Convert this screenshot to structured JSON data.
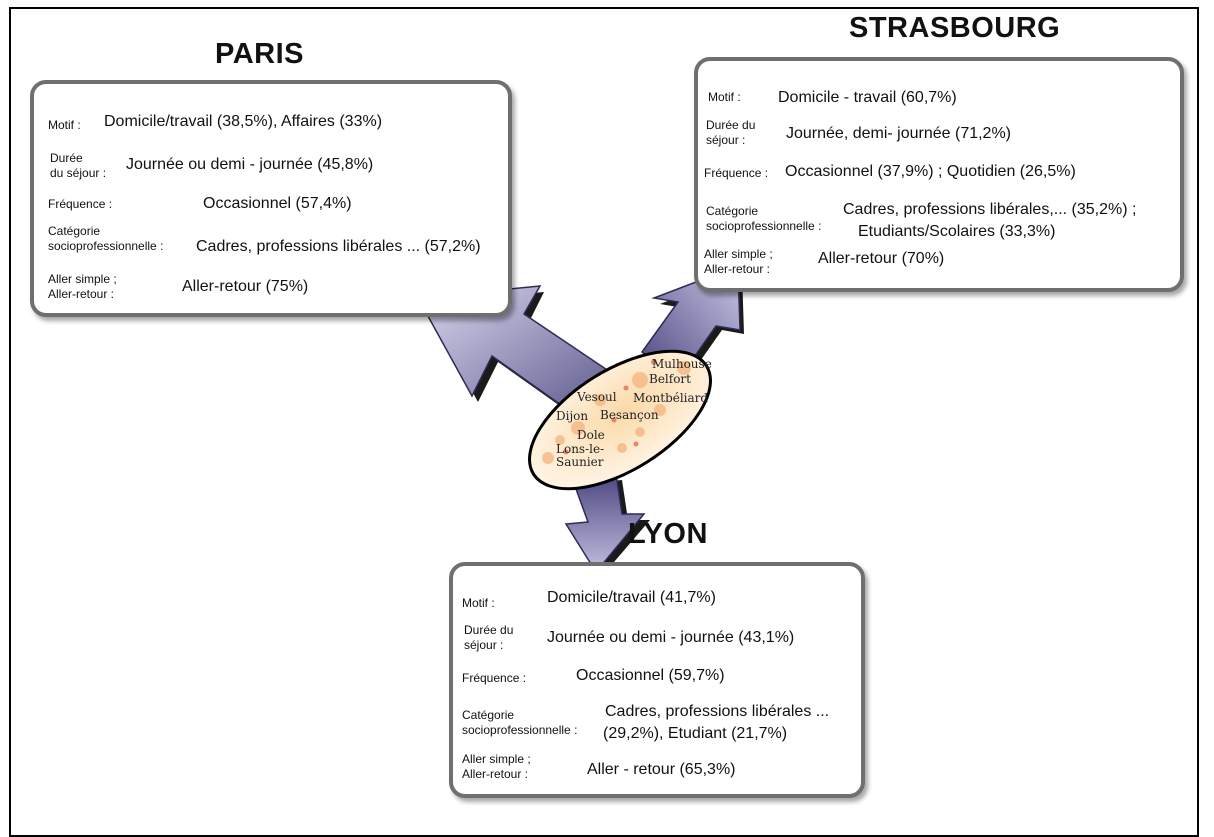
{
  "paris": {
    "title": "PARIS",
    "motif_label": "Motif :",
    "motif_value": "Domicile/travail (38,5%), Affaires (33%)",
    "duree_label_1": "Durée",
    "duree_label_2": "du séjour :",
    "duree_value": "Journée ou demi - journée (45,8%)",
    "frequence_label": "Fréquence :",
    "frequence_value": "Occasionnel (57,4%)",
    "categorie_label_1": "Catégorie",
    "categorie_label_2": "socioprofessionnelle :",
    "categorie_value": "Cadres, professions libérales ... (57,2%)",
    "aller_label_1": "Aller simple ;",
    "aller_label_2": "Aller-retour :",
    "aller_value": "Aller-retour (75%)"
  },
  "strasbourg": {
    "title": "STRASBOURG",
    "motif_label": "Motif :",
    "motif_value": "Domicile - travail (60,7%)",
    "duree_label_1": "Durée du",
    "duree_label_2": "séjour :",
    "duree_value": "Journée, demi- journée (71,2%)",
    "frequence_label": "Fréquence :",
    "frequence_value": "Occasionnel (37,9%) ; Quotidien (26,5%)",
    "categorie_label_1": "Catégorie",
    "categorie_label_2": "socioprofessionnelle :",
    "categorie_value_1": "Cadres, professions libérales,... (35,2%) ;",
    "categorie_value_2": "Etudiants/Scolaires (33,3%)",
    "aller_label_1": "Aller simple ;",
    "aller_label_2": "Aller-retour :",
    "aller_value": "Aller-retour (70%)"
  },
  "lyon": {
    "title": "LYON",
    "motif_label": "Motif :",
    "motif_value": "Domicile/travail (41,7%)",
    "duree_label_1": "Durée du",
    "duree_label_2": "séjour :",
    "duree_value": "Journée ou demi - journée (43,1%)",
    "frequence_label": "Fréquence :",
    "frequence_value": "Occasionnel (59,7%)",
    "categorie_label_1": "Catégorie",
    "categorie_label_2": "socioprofessionnelle :",
    "categorie_value_1": "Cadres, professions libérales ...",
    "categorie_value_2": "(29,2%), Etudiant (21,7%)",
    "aller_label_1": "Aller simple ;",
    "aller_label_2": "Aller-retour :",
    "aller_value": "Aller - retour (65,3%)"
  },
  "region_map": {
    "towns": {
      "mulhouse": "Mulhouse",
      "belfort": "Belfort",
      "vesoul": "Vesoul",
      "montbeliard": "Montbéliard",
      "dijon": "Dijon",
      "besancon": "Besançon",
      "dole": "Dole",
      "lons_1": "Lons-le-",
      "lons_2": "Saunier"
    }
  },
  "colors": {
    "arrow_light": "#b9b6dc",
    "arrow_dark": "#4b477f",
    "box_border": "#6f6f6f",
    "map_dot": "#f4b07a"
  }
}
